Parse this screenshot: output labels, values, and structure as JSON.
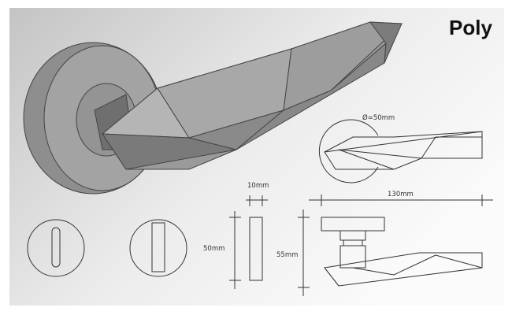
{
  "product": {
    "name": "Poly"
  },
  "dimensions": {
    "diameter": "Ø=50mm",
    "length": "130mm",
    "width": "10mm",
    "escutcheon_height": "50mm",
    "projection": "55mm"
  }
}
